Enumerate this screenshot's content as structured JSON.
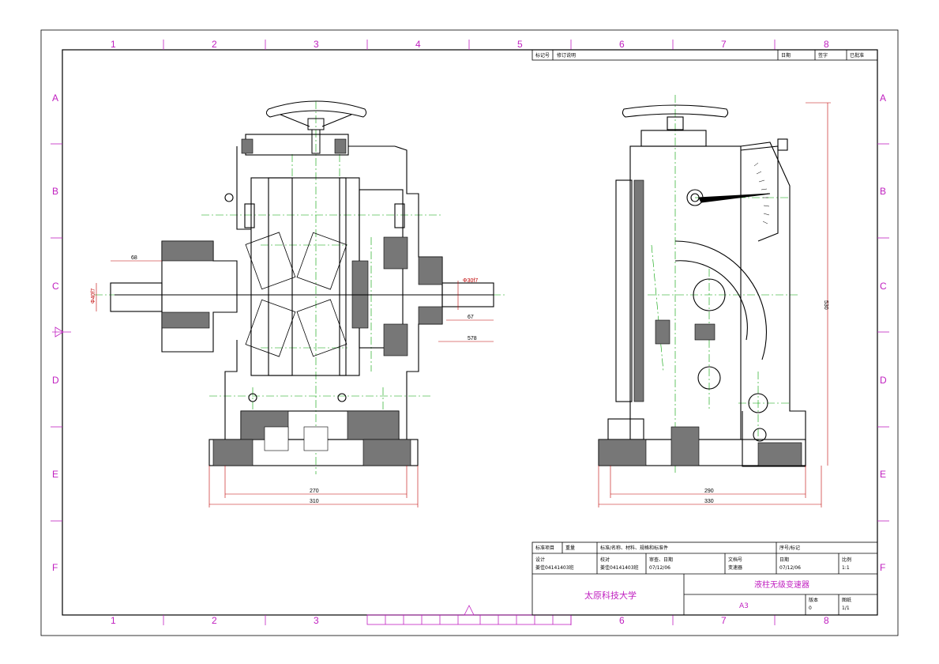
{
  "sheet": {
    "zones_cols": [
      "1",
      "2",
      "3",
      "4",
      "5",
      "6",
      "7",
      "8"
    ],
    "zones_rows": [
      "A",
      "B",
      "C",
      "D",
      "E",
      "F"
    ],
    "colors": {
      "border": "#000000",
      "zone": "#c020c0",
      "center": "#00a000",
      "dim": "#c00000",
      "hatch": "#404040"
    }
  },
  "revision_table": {
    "c1": "标记号",
    "c2": "修订说明",
    "c3": "日期",
    "c4": "签字",
    "c5": "已批准"
  },
  "title_block": {
    "row1": {
      "a": "标准项目",
      "b": "重量",
      "c": "标准/名称、材料、规格和标准件",
      "d": "序号/标记"
    },
    "row2": {
      "design_label": "设计",
      "design_val": "姜佳04141403班",
      "check_label": "校对",
      "check_val": "姜佳04141403班",
      "date_label": "审查、日期",
      "date_val": "07/12/06",
      "doc_label": "文档号",
      "doc_val": "变速器",
      "date2_label": "日期",
      "date2_val": "07/12/06",
      "scale_label": "比例",
      "scale_val": "1:1"
    },
    "school": "太原科技大学",
    "title": "液柱无级变速器",
    "size": "A3",
    "rev_label": "版本",
    "rev_val": "0",
    "sheet_label": "图纸",
    "sheet_val": "1/1"
  },
  "dimensions": {
    "d68": "68",
    "d_phi_left": "Φ40f7",
    "d_phi_right": "Φ30f7",
    "d67": "67",
    "d578": "578",
    "d270": "270",
    "d310": "310",
    "d290": "290",
    "d330": "330",
    "d_height": "530"
  }
}
